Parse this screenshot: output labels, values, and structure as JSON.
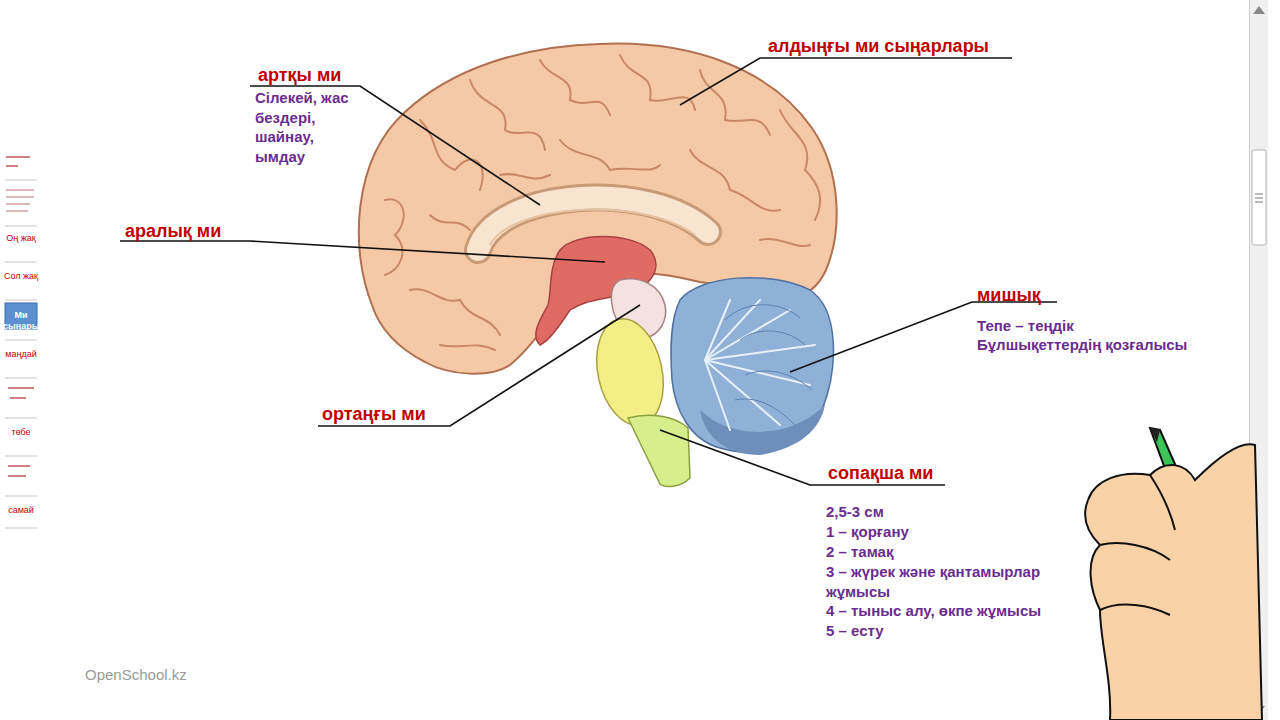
{
  "diagram": {
    "labels": [
      "артқы ми",
      "Сілекей, жас бездері, шайнау, ымдау",
      "алдыңғы ми сыңарлары",
      "аралық ми",
      "мишық",
      "Тепе – теңдік",
      "Бұлшықеттердің қозғалысы",
      "ортаңғы ми",
      "сопақша ми",
      "2,5-3 см",
      "1 – қорғану",
      "2 – тамақ",
      "3 – жүрек және қантамырлар жұмысы",
      "4 – тыныс алу, өкпе жұмысы",
      "5 – есту",
      "OpenSchool.kz",
      "Оң жақ",
      "Сол жақ",
      "Ми сыңары",
      "маңдай",
      "төбе",
      "самай"
    ]
  }
}
